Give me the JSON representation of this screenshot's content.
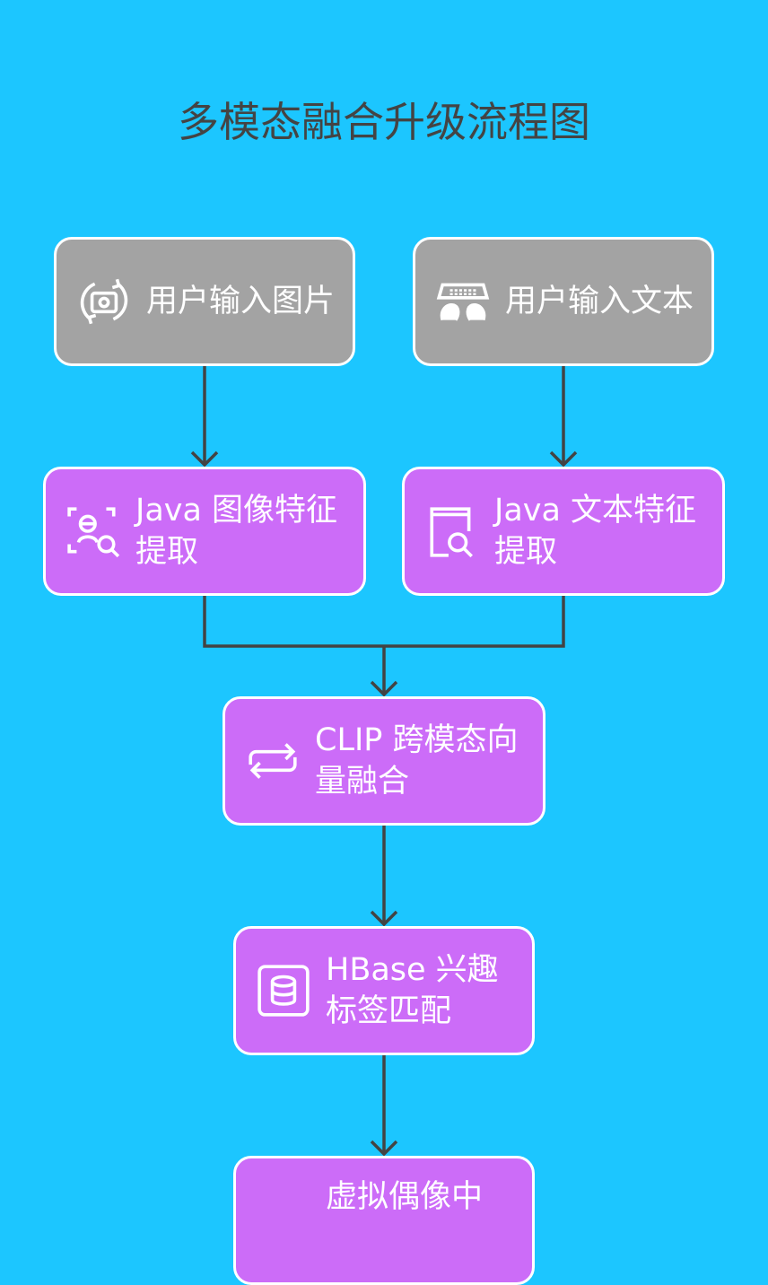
{
  "title": "多模态融合升级流程图",
  "nodes": [
    {
      "label": "用户输入图片",
      "icon": "camera-rotate-icon"
    },
    {
      "label": "用户输入文本",
      "icon": "keyboard-typing-icon"
    },
    {
      "label": "Java 图像特征提取",
      "icon": "image-search-icon"
    },
    {
      "label": "Java 文本特征提取",
      "icon": "document-search-icon"
    },
    {
      "label": "CLIP 跨模态向量融合",
      "icon": "exchange-arrows-icon"
    },
    {
      "label": "HBase 兴趣标签匹配",
      "icon": "database-icon"
    },
    {
      "label": "虚拟偶像中",
      "icon": ""
    }
  ],
  "colors": {
    "background": "#1cc6ff",
    "input": "#a3a3a3",
    "process": "#cc6cf8",
    "edge": "#434343"
  }
}
